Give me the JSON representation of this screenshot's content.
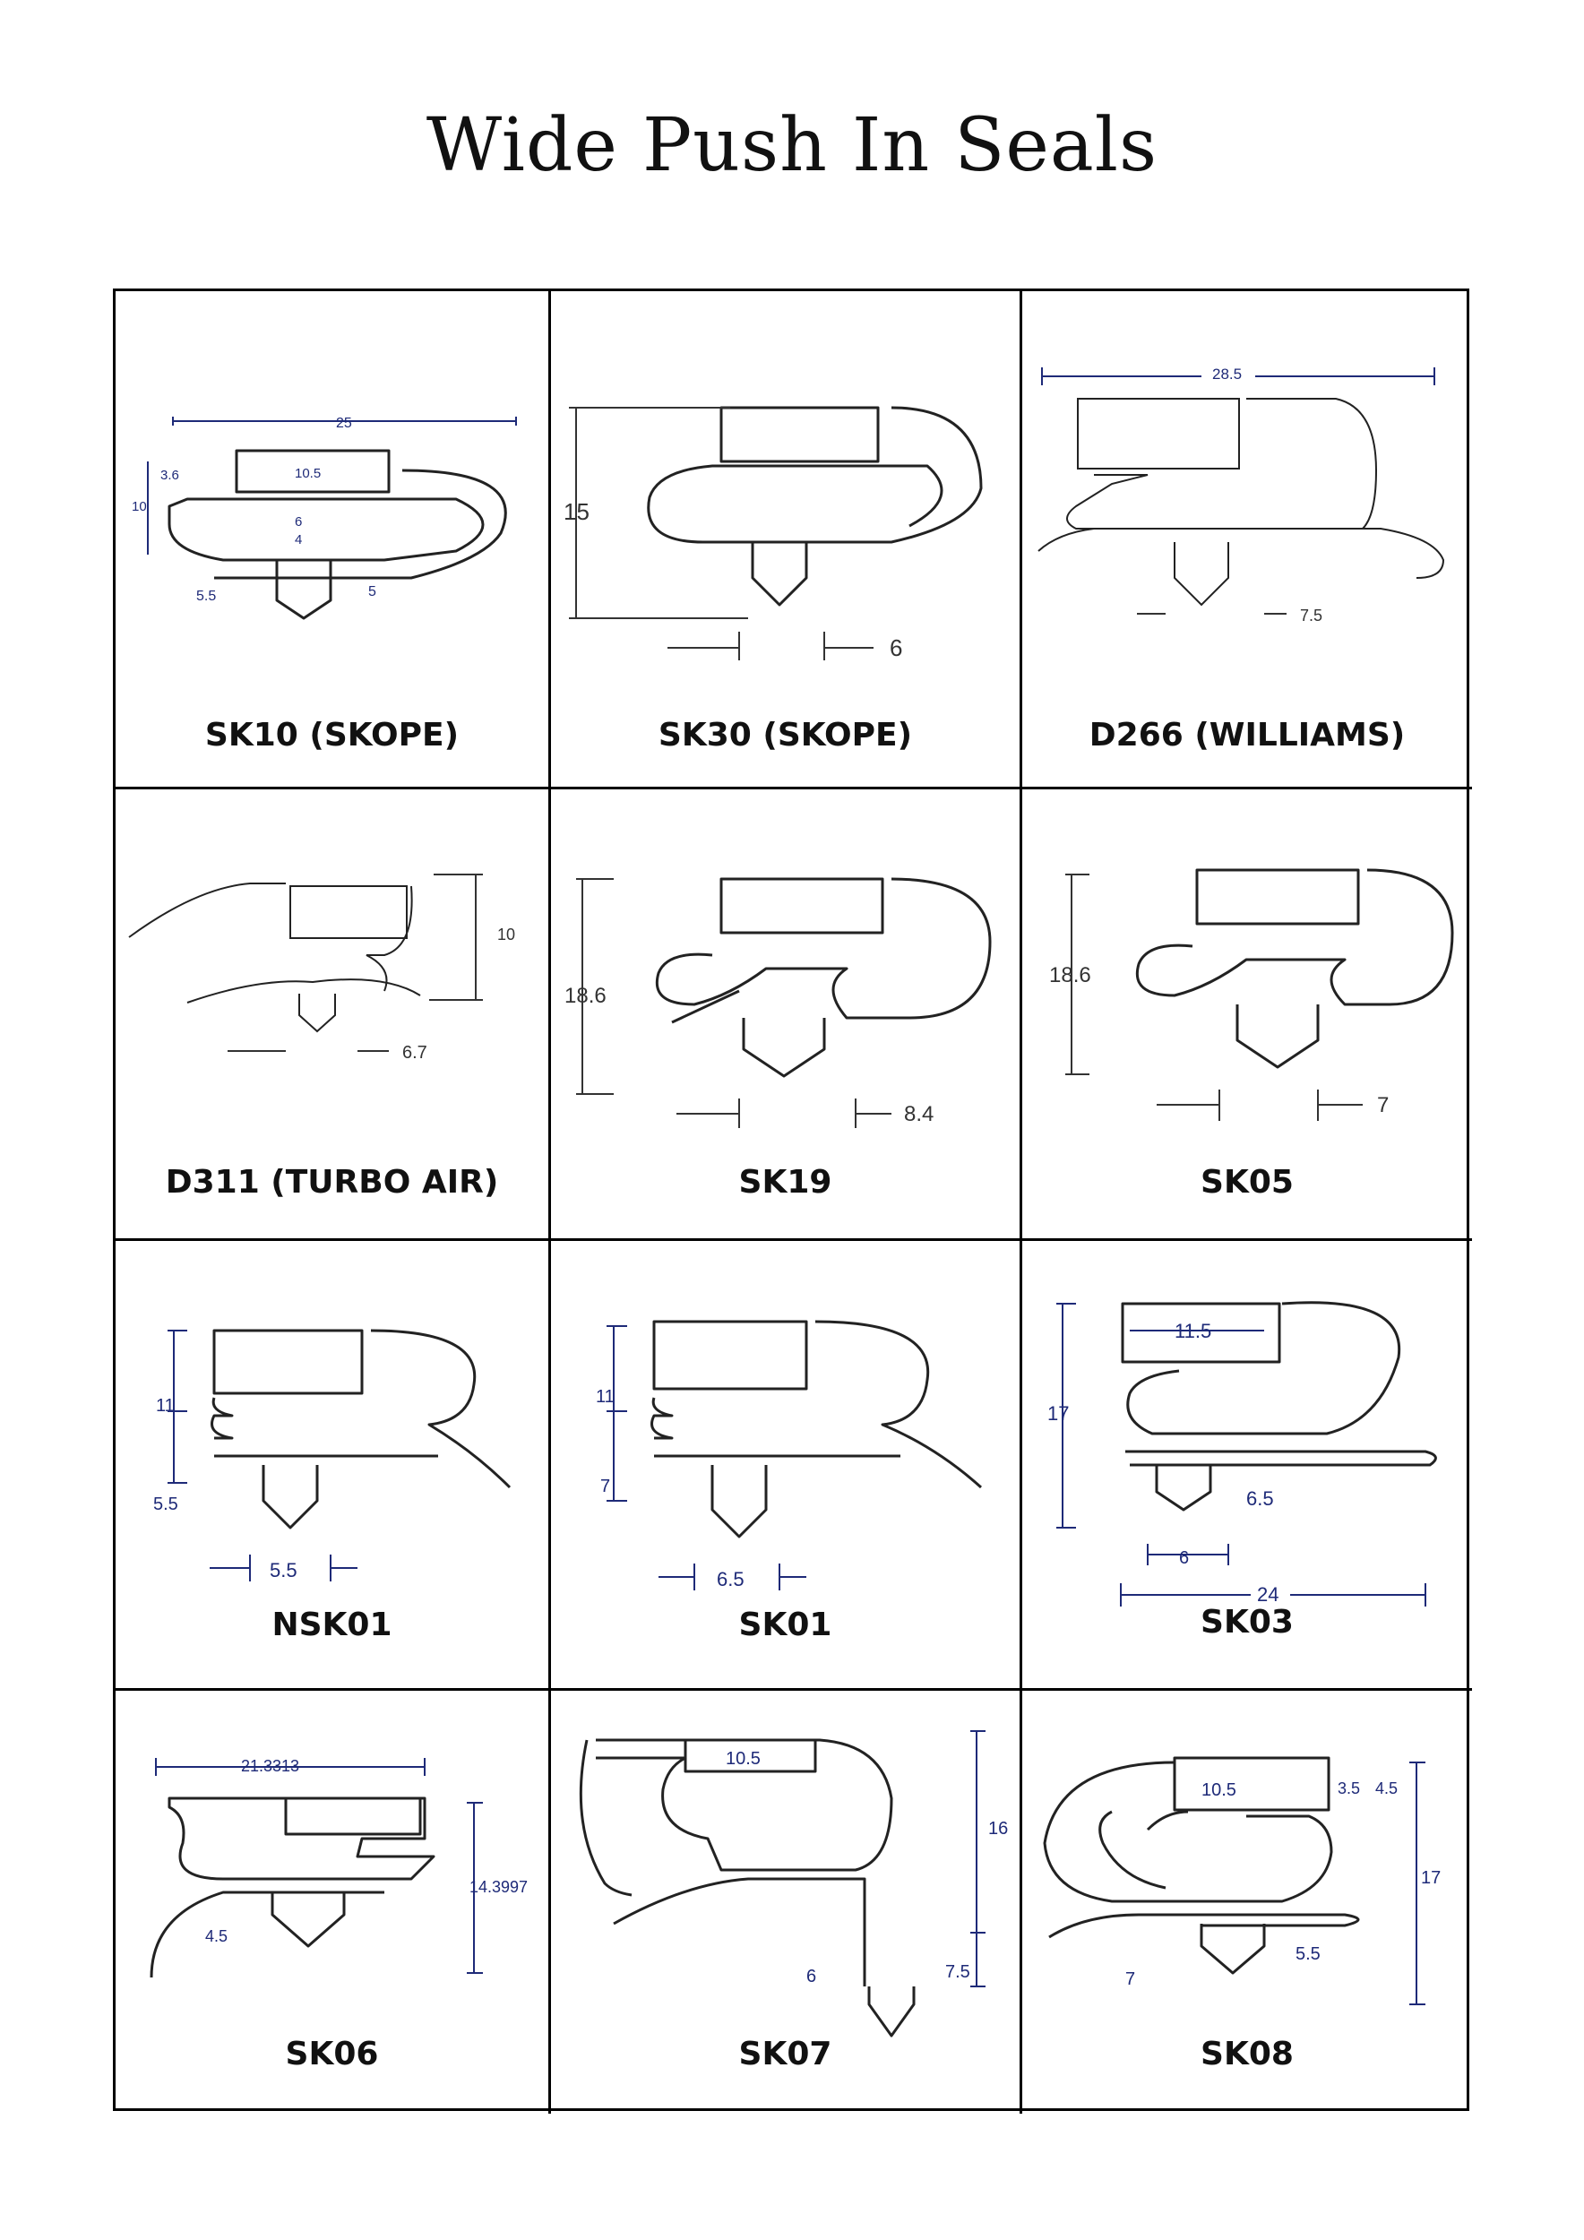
{
  "page_title": "Wide Push In Seals",
  "seals": [
    {
      "name": "SK10 (SKOPE)",
      "dims": {
        "overall": "25",
        "top": "3.6",
        "height": "10",
        "pocket": "10.5",
        "inner": "6",
        "inner2": "4",
        "left": "5.5",
        "base": "5"
      }
    },
    {
      "name": "SK30 (SKOPE)",
      "dims": {
        "height": "15",
        "dart": "6"
      }
    },
    {
      "name": "D266 (WILLIAMS)",
      "dims": {
        "overall": "28.5",
        "dart": "7.5"
      }
    },
    {
      "name": "D311 (TURBO AIR)",
      "dims": {
        "height": "10",
        "dart": "6.7"
      }
    },
    {
      "name": "SK19",
      "dims": {
        "height": "18.6",
        "dart": "8.4"
      }
    },
    {
      "name": "SK05",
      "dims": {
        "height": "18.6",
        "dart": "7"
      }
    },
    {
      "name": "NSK01",
      "dims": {
        "height": "11",
        "base": "5.5",
        "dart": "5.5"
      }
    },
    {
      "name": "SK01",
      "dims": {
        "height": "11",
        "base": "7",
        "dart": "6.5"
      }
    },
    {
      "name": "SK03",
      "dims": {
        "pocket": "11.5",
        "height": "17",
        "base": "6.5",
        "dart": "6",
        "overall": "24"
      }
    },
    {
      "name": "SK06",
      "dims": {
        "overall": "21.3313",
        "height": "14.3997",
        "dart": "4.5"
      }
    },
    {
      "name": "SK07",
      "dims": {
        "pocket": "10.5",
        "height": "16",
        "dart": "6",
        "base": "7.5"
      }
    },
    {
      "name": "SK08",
      "dims": {
        "pocket": "10.5",
        "a": "3.5",
        "b": "4.5",
        "height": "17",
        "base": "5.5",
        "dart": "7"
      }
    }
  ]
}
